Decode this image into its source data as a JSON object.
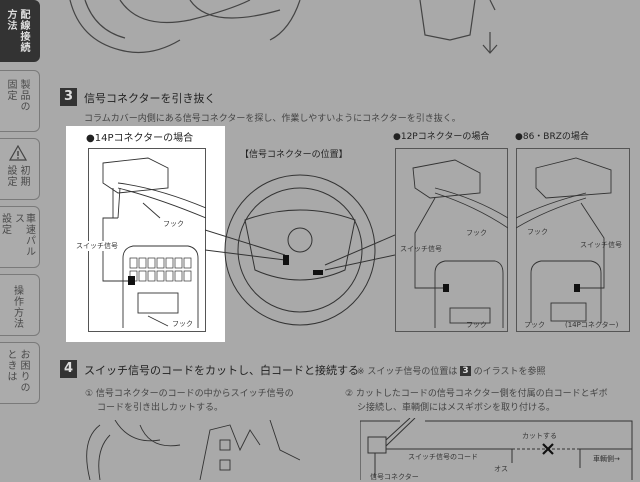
{
  "sidebar": {
    "tabs": [
      {
        "lines": [
          "配線接続",
          "方法"
        ],
        "active": true
      },
      {
        "lines": [
          "製品の",
          "固定"
        ]
      },
      {
        "lines": [
          "初期",
          "設定"
        ],
        "icon": "warning-icon"
      },
      {
        "lines": [
          "車速パルス",
          "設定"
        ]
      },
      {
        "lines": [
          "操作方法"
        ]
      },
      {
        "lines": [
          "お困りの",
          "ときは"
        ]
      }
    ]
  },
  "step3": {
    "number": "3",
    "title": "信号コネクターを引き抜く",
    "description": "コラムカバー内側にある信号コネクターを探し、作業しやすいようにコネクターを引き抜く。",
    "panel_14p": {
      "title": "●14Pコネクターの場合",
      "hook1": "フック",
      "switch": "スイッチ信号",
      "hook2": "フック"
    },
    "location_title": "【信号コネクターの位置】",
    "panel_12p": {
      "title": "●12Pコネクターの場合",
      "hook1": "フック",
      "switch": "スイッチ信号",
      "hook2": "フック"
    },
    "panel_86": {
      "title": "●86・BRZの場合",
      "hook1": "フック",
      "switch": "スイッチ信号",
      "hook2": "フック",
      "note": "(14Pコネクター)"
    }
  },
  "step4": {
    "number": "4",
    "title": "スイッチ信号のコードをカットし、白コードと接続する",
    "note_prefix": "※ スイッチ信号の位置は",
    "note_ref": "3",
    "note_suffix": "のイラストを参照",
    "item1": {
      "line1": "① 信号コネクターのコードの中からスイッチ信号の",
      "line2": "コードを引き出しカットする。"
    },
    "item2": {
      "line1": "② カットしたコードの信号コネクター側を付属の白コードとギボ",
      "line2": "シ接続し、車輌側にはメスギボシを取り付ける。"
    },
    "diagram": {
      "cut": "カットする",
      "cord": "スイッチ信号のコード",
      "vehicle_side": "車輌側→",
      "male": "オス",
      "connector": "信号コネクター"
    }
  }
}
